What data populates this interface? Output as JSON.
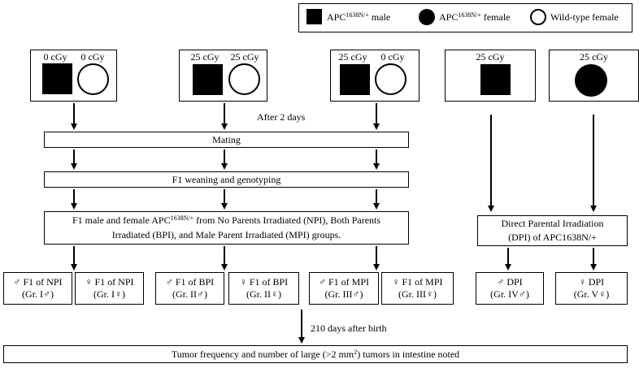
{
  "legend": {
    "male": {
      "prefix": "APC",
      "sup": "1638N/+",
      "suffix": " male"
    },
    "female": {
      "prefix": "APC",
      "sup": "1638N/+",
      "suffix": " female"
    },
    "wildtype": "Wild-type female"
  },
  "parents": {
    "npi": {
      "male_dose": "0 cGy",
      "female_dose": "0 cGy"
    },
    "bpi": {
      "male_dose": "25 cGy",
      "female_dose": "25 cGy"
    },
    "mpi": {
      "male_dose": "25 cGy",
      "female_dose": "0 cGy"
    },
    "dpi_male": {
      "dose": "25 cGy"
    },
    "dpi_female": {
      "dose": "25 cGy"
    }
  },
  "labels": {
    "after_days": "After 2 days",
    "mating": "Mating",
    "weaning": "F1 weaning and genotyping",
    "f1_line1_a": "F1 male and female APC",
    "f1_line1_sup": "1638N/+",
    "f1_line1_b": " from No Parents Irradiated (NPI), Both Parents",
    "f1_line2": "Irradiated (BPI), and Male Parent Irradiated (MPI) groups.",
    "dpi_line1": "Direct Parental Irradiation",
    "dpi_line2": "(DPI) of APC1638N/+",
    "days_after_birth": "210 days after birth",
    "final_a": "Tumor frequency and number of large (>2 mm",
    "final_sup": "2",
    "final_b": ") tumors in intestine noted"
  },
  "groups": [
    {
      "l1": "♂ F1 of NPI",
      "l2": "(Gr. I♂)"
    },
    {
      "l1": "♀ F1 of NPI",
      "l2": "(Gr. I♀)"
    },
    {
      "l1": "♂ F1 of BPI",
      "l2": "(Gr. II♂)"
    },
    {
      "l1": "♀ F1 of BPI",
      "l2": "(Gr. II♀)"
    },
    {
      "l1": "♂ F1 of MPI",
      "l2": "(Gr. III♂)"
    },
    {
      "l1": "♀ F1 of MPI",
      "l2": "(Gr. III♀)"
    },
    {
      "l1": "♂ DPI",
      "l2": "(Gr. IV♂)"
    },
    {
      "l1": "♀ DPI",
      "l2": "(Gr. V♀)"
    }
  ]
}
